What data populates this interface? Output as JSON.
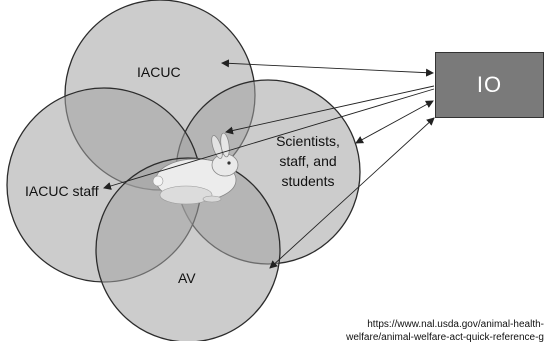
{
  "diagram": {
    "circles": {
      "iacuc": "IACUC",
      "iacuc_staff": "IACUC staff",
      "scientists_line1": "Scientists,",
      "scientists_line2": "staff, and",
      "scientists_line3": "students",
      "av": "AV"
    },
    "io_box": {
      "label": "IO"
    },
    "center_image": "rabbit",
    "source": {
      "line1": "https://www.nal.usda.gov/animal-health-",
      "line2": "welfare/animal-welfare-act-quick-reference-g"
    },
    "colors": {
      "circle_fill": "#a3a3a3",
      "io_fill": "#7a7a7a",
      "io_text": "#ffffff"
    }
  }
}
